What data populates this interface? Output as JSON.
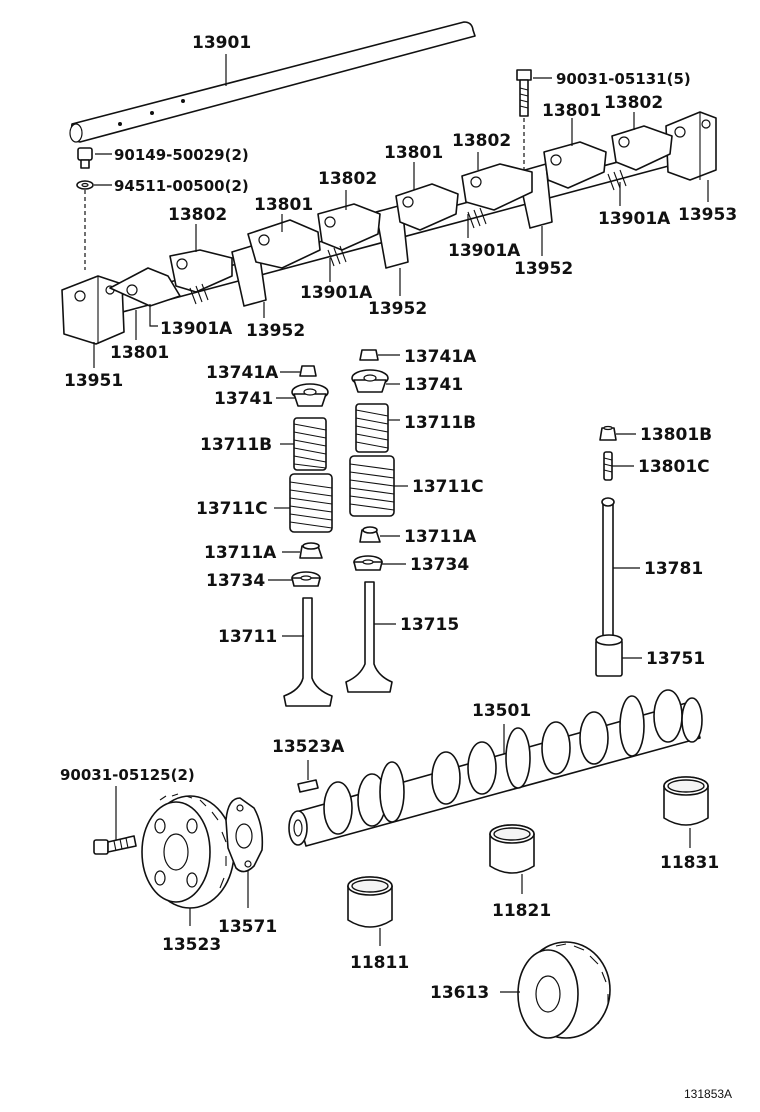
{
  "labels": {
    "shaft": "13901",
    "bolt_rocker": "90031-05131(5)",
    "plug": "90149-50029(2)",
    "gasket_small": "94511-00500(2)",
    "rocker_arm_a": "13801",
    "rocker_arm_b": "13802",
    "spacer": "13901A",
    "support_mid": "13952",
    "support_front": "13951",
    "support_rear": "13953",
    "retainer_lock": "13741A",
    "retainer": "13741",
    "spring_inner": "13711B",
    "spring_outer": "13711C",
    "seal": "13711A",
    "seat": "13734",
    "valve_intake": "13711",
    "valve_exhaust": "13715",
    "adjust_nut": "13801B",
    "adjust_screw": "13801C",
    "push_rod": "13781",
    "lifter": "13751",
    "camshaft": "13501",
    "key": "13523A",
    "bolt_gear": "90031-05125(2)",
    "cam_gear": "13523",
    "thrust_plate": "13571",
    "bearing_1": "11811",
    "bearing_2": "11821",
    "bearing_3": "11831",
    "crank_gear": "13613"
  },
  "footer": {
    "code": "131853A"
  }
}
